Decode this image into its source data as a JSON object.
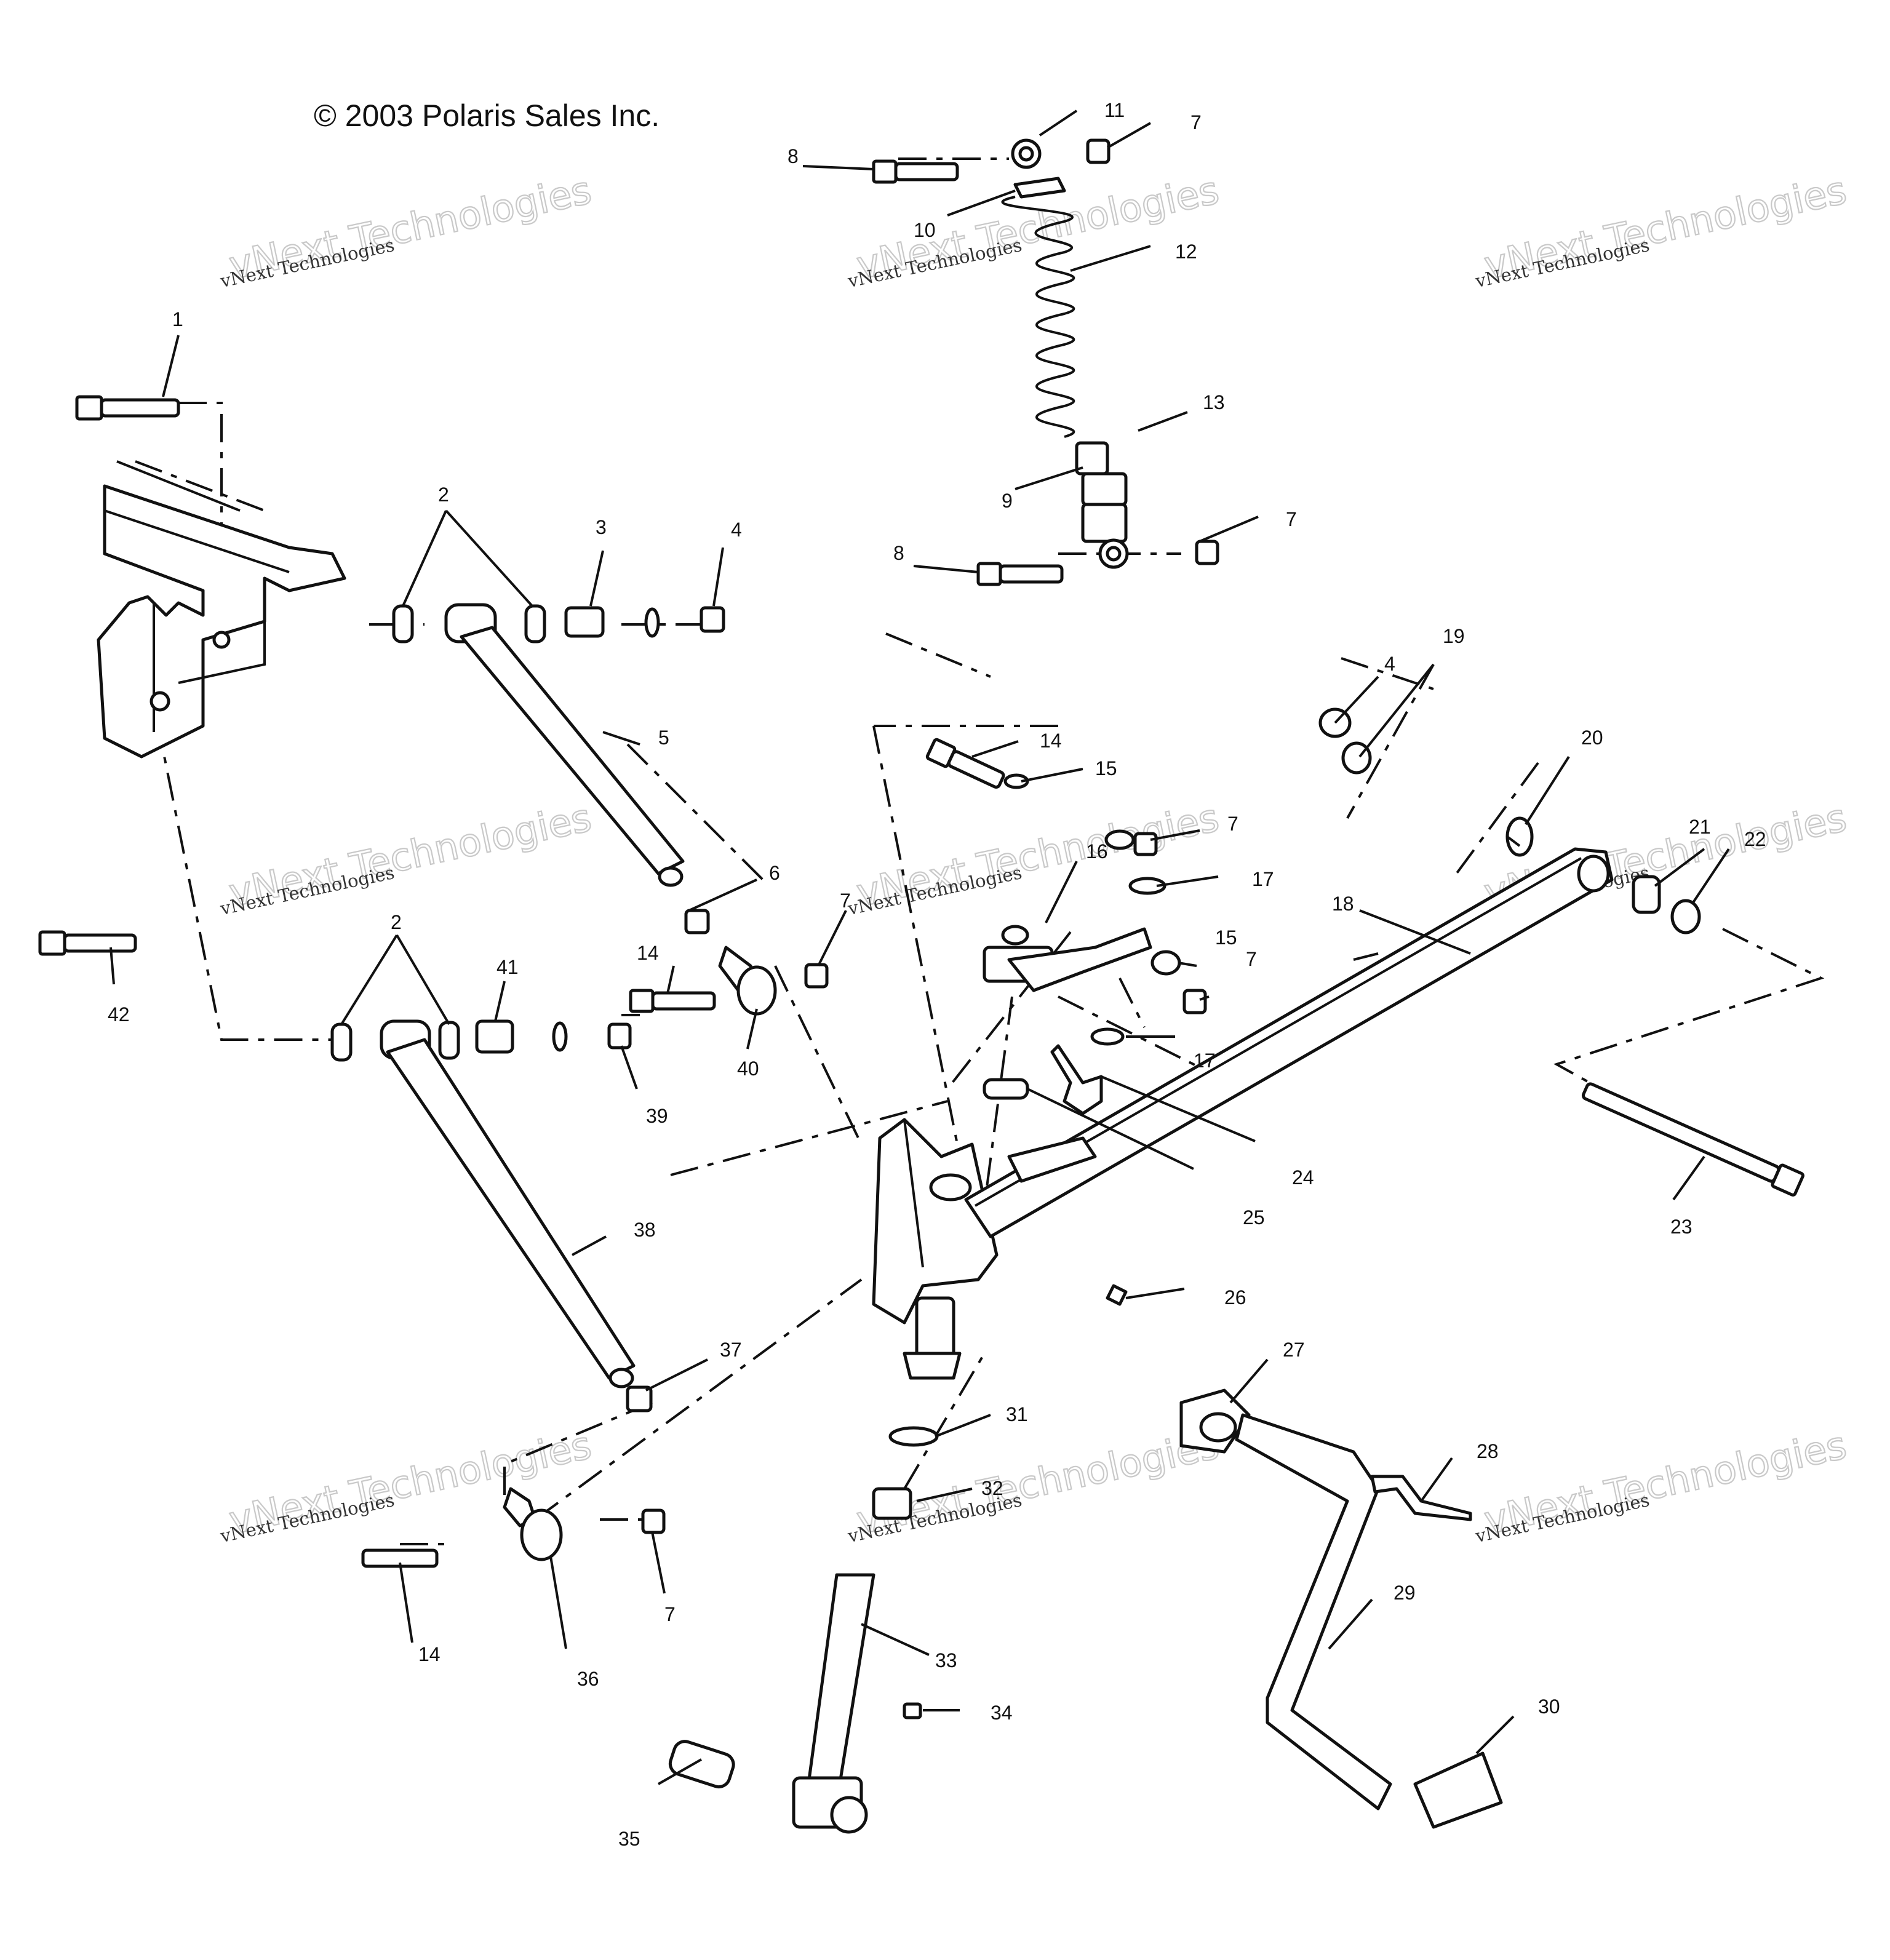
{
  "copyright": "© 2003 Polaris Sales Inc.",
  "watermark": {
    "line1": "vNext Technologies",
    "line2": "vNext Technologies"
  },
  "callouts": [
    {
      "id": "c1",
      "label": "1"
    },
    {
      "id": "c2a",
      "label": "2"
    },
    {
      "id": "c3",
      "label": "3"
    },
    {
      "id": "c4a",
      "label": "4"
    },
    {
      "id": "c5",
      "label": "5"
    },
    {
      "id": "c6",
      "label": "6"
    },
    {
      "id": "c7a",
      "label": "7"
    },
    {
      "id": "c7b",
      "label": "7"
    },
    {
      "id": "c7c",
      "label": "7"
    },
    {
      "id": "c7d",
      "label": "7"
    },
    {
      "id": "c7e",
      "label": "7"
    },
    {
      "id": "c7f",
      "label": "7"
    },
    {
      "id": "c8a",
      "label": "8"
    },
    {
      "id": "c8b",
      "label": "8"
    },
    {
      "id": "c9",
      "label": "9"
    },
    {
      "id": "c10",
      "label": "10"
    },
    {
      "id": "c11",
      "label": "11"
    },
    {
      "id": "c12",
      "label": "12"
    },
    {
      "id": "c13",
      "label": "13"
    },
    {
      "id": "c14a",
      "label": "14"
    },
    {
      "id": "c14b",
      "label": "14"
    },
    {
      "id": "c14c",
      "label": "14"
    },
    {
      "id": "c15a",
      "label": "15"
    },
    {
      "id": "c15b",
      "label": "15"
    },
    {
      "id": "c16",
      "label": "16"
    },
    {
      "id": "c17a",
      "label": "17"
    },
    {
      "id": "c17b",
      "label": "17"
    },
    {
      "id": "c18",
      "label": "18"
    },
    {
      "id": "c19",
      "label": "19"
    },
    {
      "id": "c20",
      "label": "20"
    },
    {
      "id": "c21",
      "label": "21"
    },
    {
      "id": "c22",
      "label": "22"
    },
    {
      "id": "c23",
      "label": "23"
    },
    {
      "id": "c24",
      "label": "24"
    },
    {
      "id": "c25",
      "label": "25"
    },
    {
      "id": "c26",
      "label": "26"
    },
    {
      "id": "c27",
      "label": "27"
    },
    {
      "id": "c28",
      "label": "28"
    },
    {
      "id": "c29",
      "label": "29"
    },
    {
      "id": "c30",
      "label": "30"
    },
    {
      "id": "c31",
      "label": "31"
    },
    {
      "id": "c32",
      "label": "32"
    },
    {
      "id": "c33",
      "label": "33"
    },
    {
      "id": "c34",
      "label": "34"
    },
    {
      "id": "c35",
      "label": "35"
    },
    {
      "id": "c36",
      "label": "36"
    },
    {
      "id": "c37",
      "label": "37"
    },
    {
      "id": "c38",
      "label": "38"
    },
    {
      "id": "c39",
      "label": "39"
    },
    {
      "id": "c40",
      "label": "40"
    },
    {
      "id": "c41",
      "label": "41"
    },
    {
      "id": "c42",
      "label": "42"
    },
    {
      "id": "c2b",
      "label": "2"
    },
    {
      "id": "c4b",
      "label": "4"
    }
  ]
}
